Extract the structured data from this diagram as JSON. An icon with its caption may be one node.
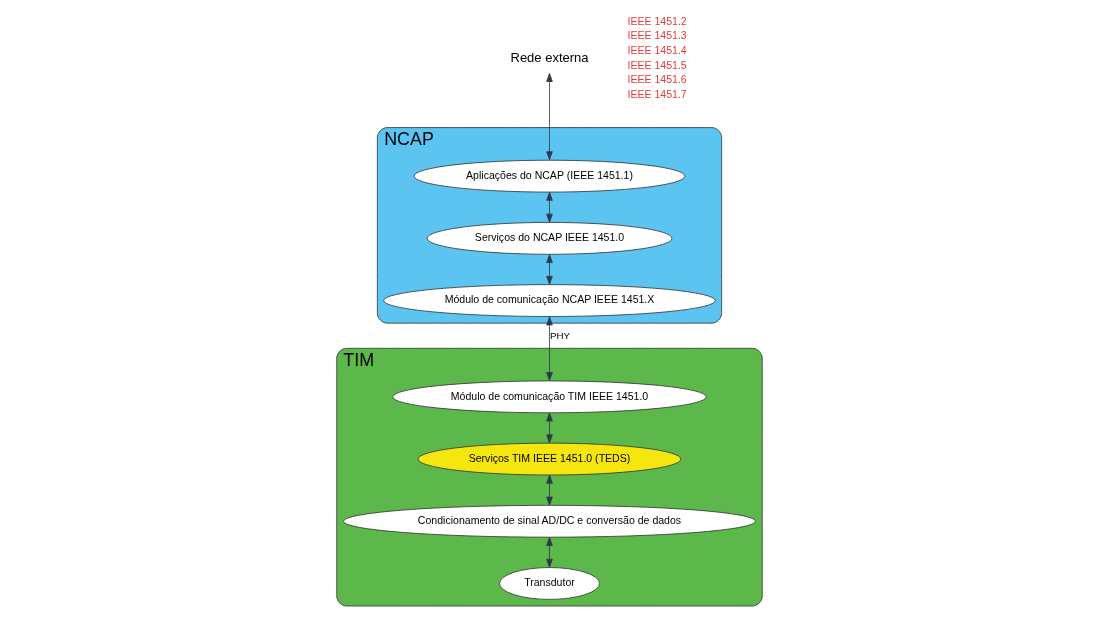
{
  "diagram": {
    "nodes": [
      {
        "text": [
          "NCAP"
        ]
      },
      {
        "text": [
          "Aplicações do NCAP (IEEE 1451.1)"
        ],
        "in": 0
      },
      {
        "text": [
          "Serviços do NCAP IEEE 1451.0"
        ],
        "in": 0
      },
      {
        "text": [
          "Módulo de comunicação NCAP IEEE 1451.X"
        ],
        "in": 0
      },
      {
        "text": [
          "TIM"
        ]
      },
      {
        "text": [
          "Módulo de comunicação TIM IEEE 1451.0"
        ],
        "in": 4
      },
      {
        "text": [
          "Serviços TIM IEEE 1451.0 (TEDS)"
        ],
        "in": 4
      },
      {
        "text": [
          "Condicionamento de sinal AD/DC e conversão de dados"
        ],
        "in": 4
      },
      {
        "text": [
          "Transdutor"
        ],
        "in": 4
      },
      {
        "text": [
          "Rede externa"
        ]
      }
    ],
    "edges": [
      {
        "from": 9,
        "to": 1,
        "arrow": "both"
      },
      {
        "from": 1,
        "to": 2,
        "arrow": "both"
      },
      {
        "from": 2,
        "to": 3,
        "arrow": "both"
      },
      {
        "from": 3,
        "to": 5,
        "arrow": "both",
        "label": "PHY"
      },
      {
        "from": 5,
        "to": 6,
        "arrow": "both"
      },
      {
        "from": 6,
        "to": 7,
        "arrow": "both"
      },
      {
        "from": 7,
        "to": 8,
        "arrow": "both"
      }
    ],
    "labels": [
      "IEEE 1451.2",
      "IEEE 1451.3",
      "IEEE 1451.4",
      "IEEE 1451.5",
      "IEEE 1451.6",
      "IEEE 1451.7"
    ]
  }
}
